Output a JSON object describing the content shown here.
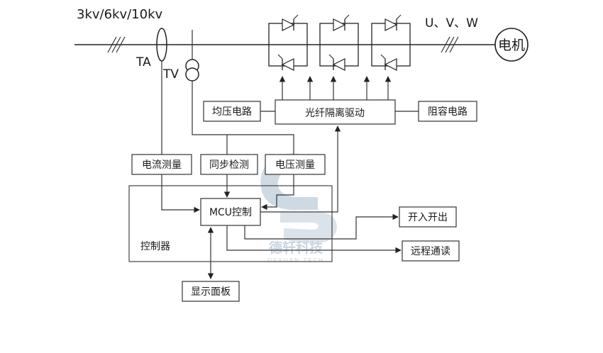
{
  "line": {
    "voltage_label": "3kv/6kv/10kv",
    "phase_label": "U、V、W"
  },
  "sensors": {
    "ta_label": "TA",
    "tv_label": "TV"
  },
  "motor": {
    "label": "电机"
  },
  "blocks": {
    "equalizing": "均压电路",
    "fiber_drive": "光纤隔离驱动",
    "rc_circuit": "阻容电路",
    "current_measure": "电流测量",
    "sync_detect": "同步检测",
    "voltage_measure": "电压测量",
    "mcu": "MCU控制",
    "controller": "控制器",
    "io": "开入开出",
    "remote": "远程通读",
    "display": "显示面板"
  },
  "watermark": {
    "name": "德轩科技",
    "subtitle": "DEXUAN TECH",
    "color": "#9fb4c8"
  },
  "colors": {
    "line": "#333333",
    "text": "#1a1a1a"
  }
}
